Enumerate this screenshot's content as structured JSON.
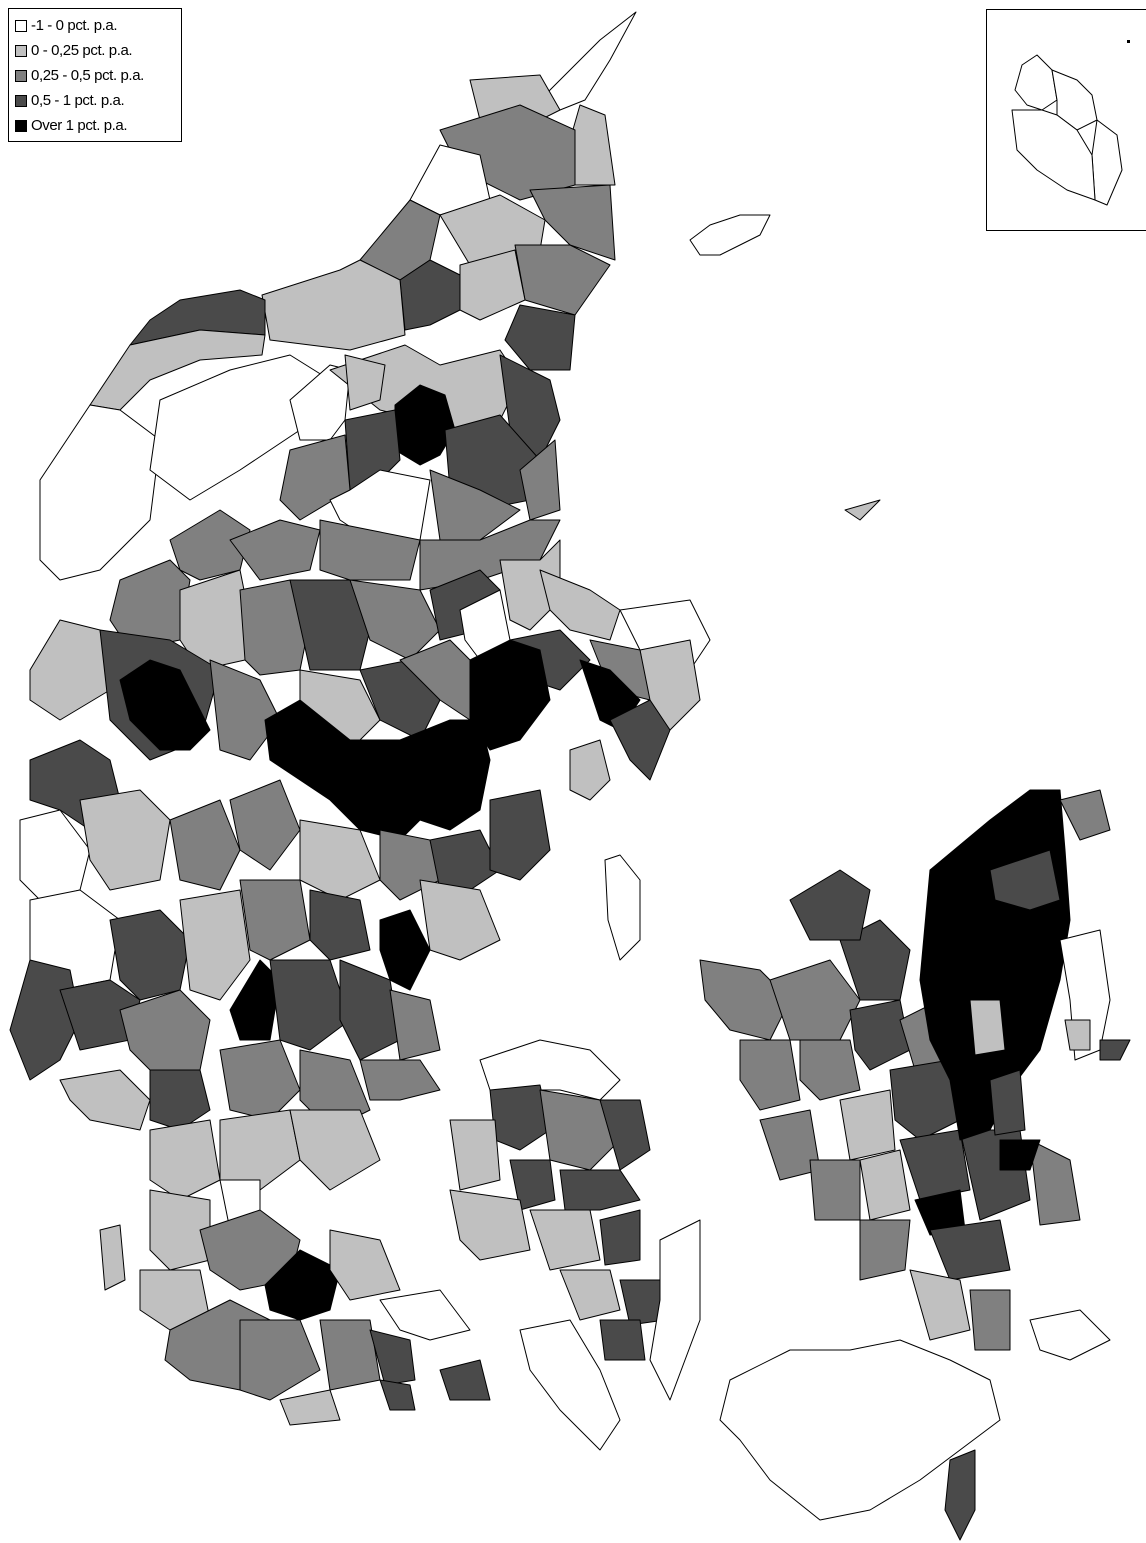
{
  "legend": {
    "items": [
      {
        "label": "-1 - 0 pct. p.a.",
        "color": "#ffffff"
      },
      {
        "label": "0 - 0,25 pct. p.a.",
        "color": "#c0c0c0"
      },
      {
        "label": "0,25 - 0,5 pct. p.a.",
        "color": "#808080"
      },
      {
        "label": "0,5 - 1 pct. p.a.",
        "color": "#4a4a4a"
      },
      {
        "label": "Over 1 pct. p.a.",
        "color": "#000000"
      }
    ]
  }
}
